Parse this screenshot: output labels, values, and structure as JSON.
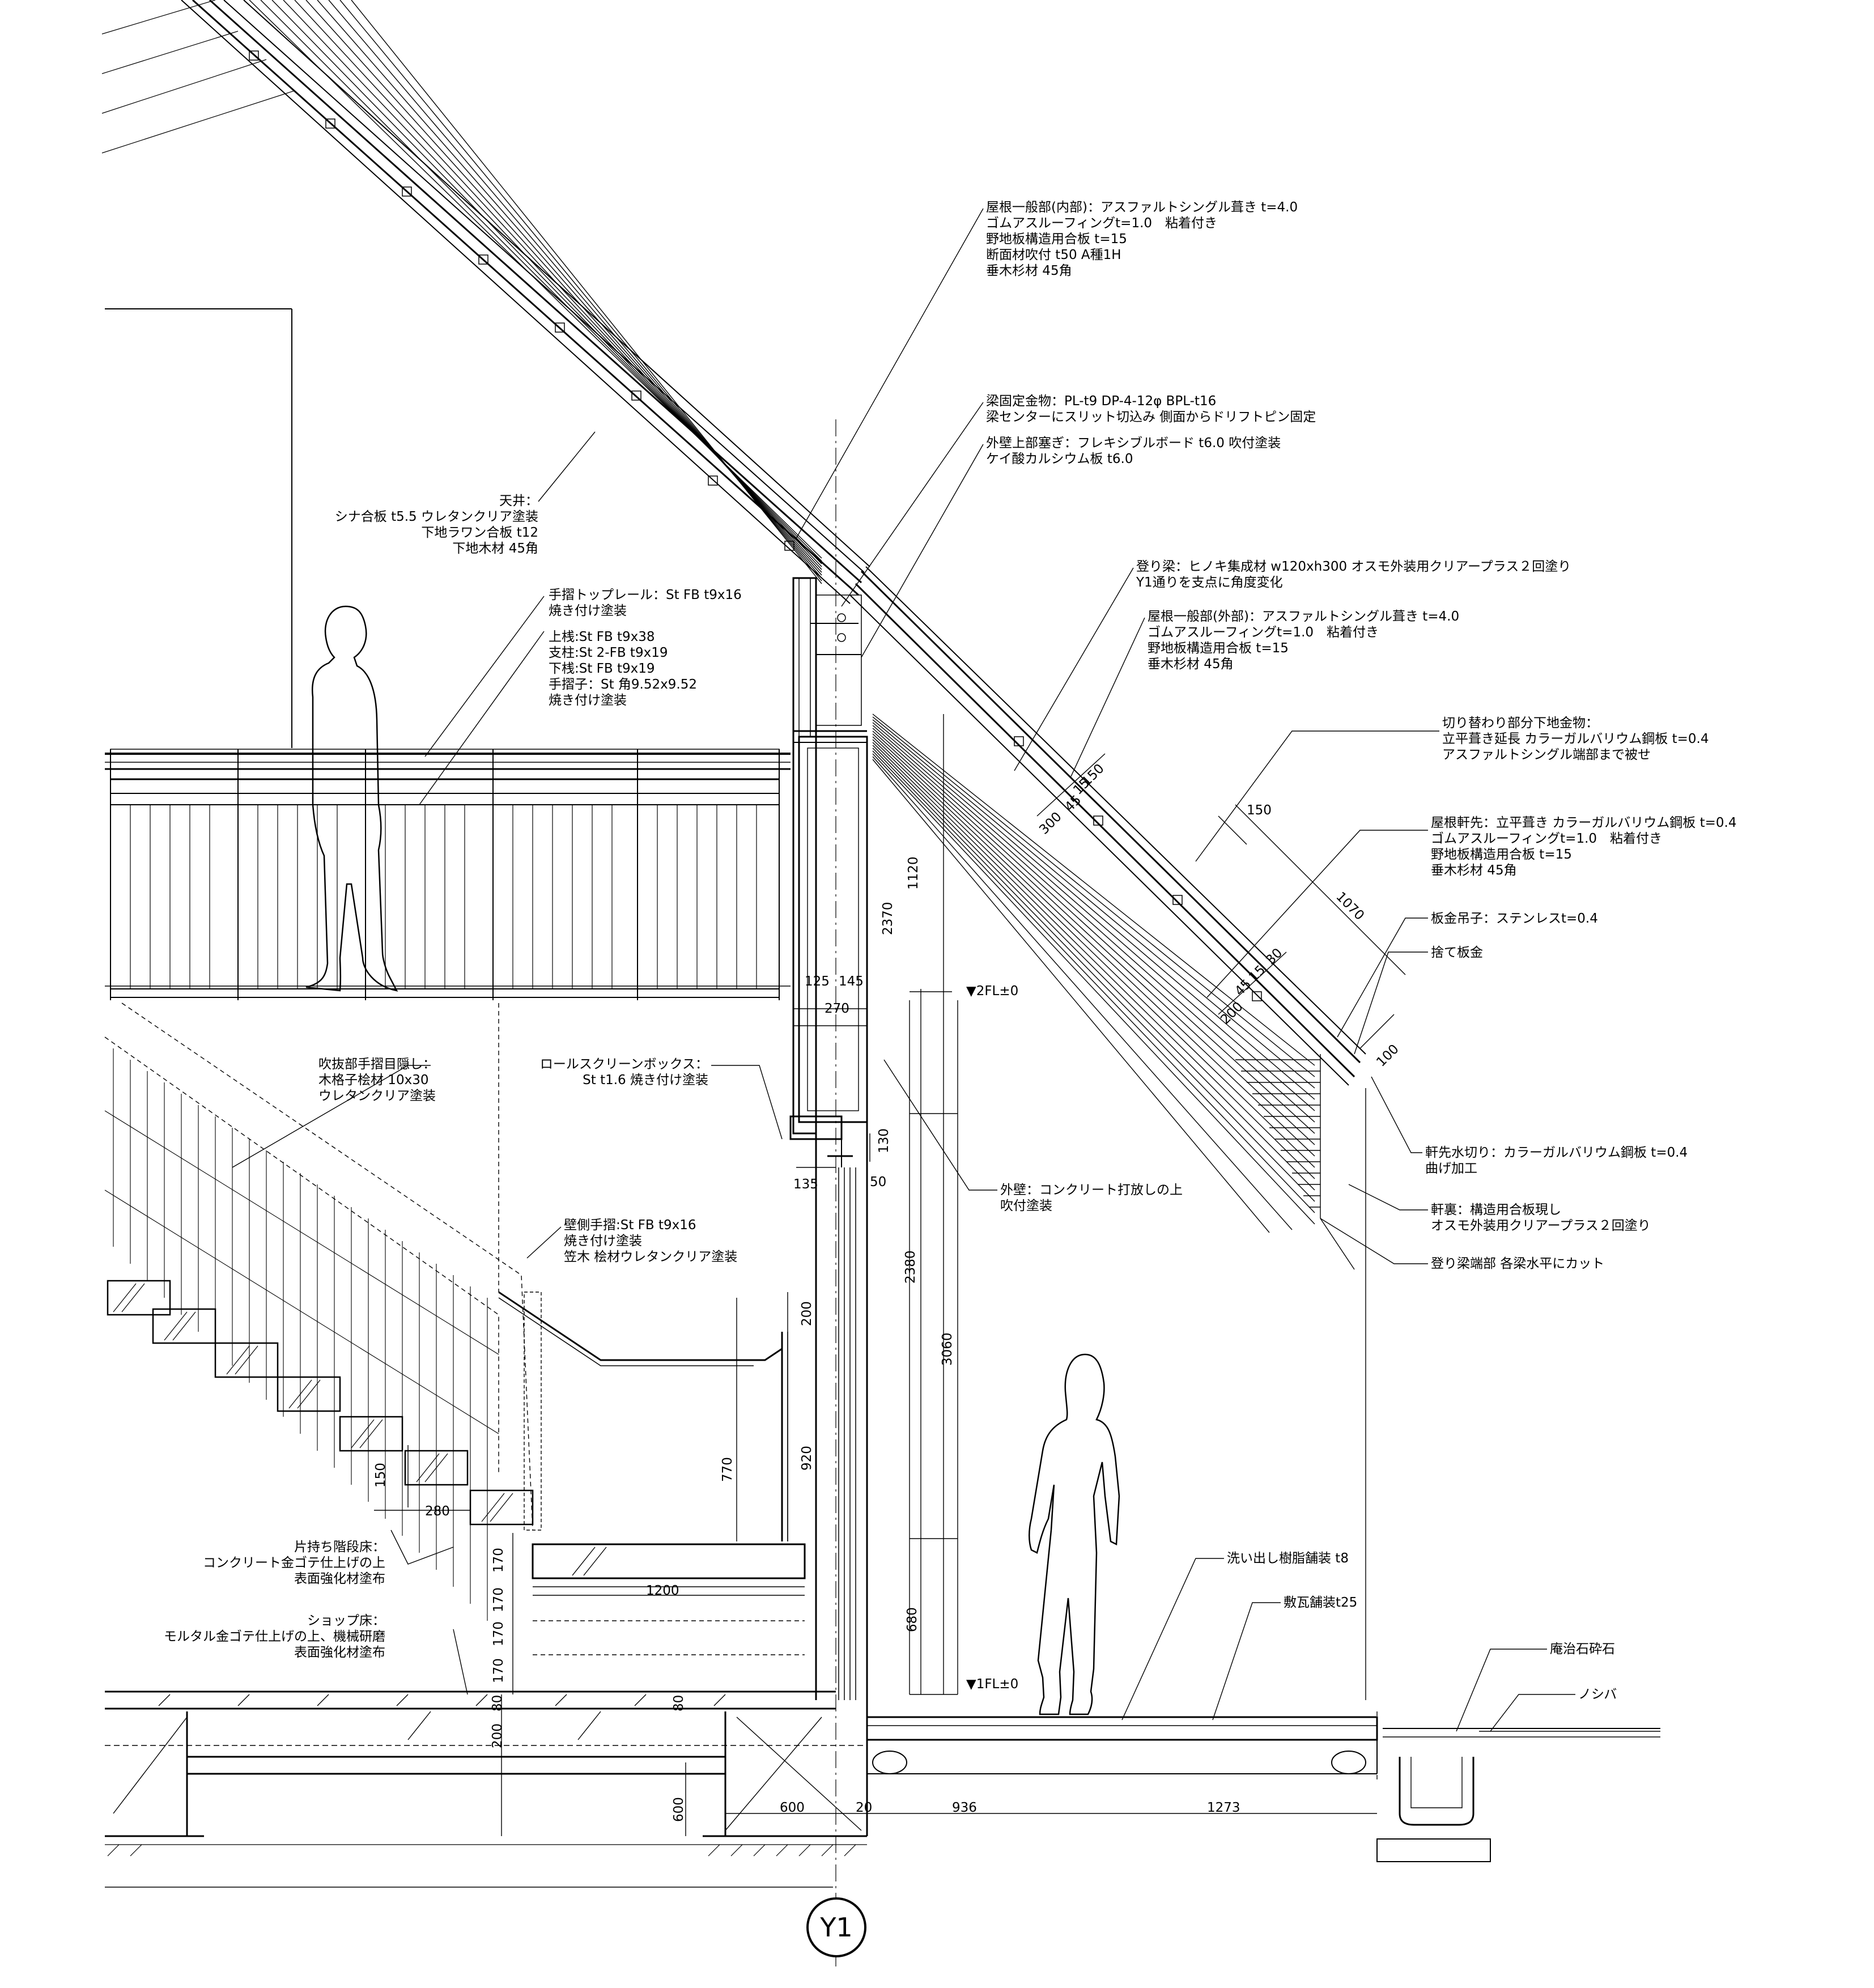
{
  "notes": {
    "roof_inner": "屋根一般部(内部)：アスファルトシングル葺き t=4.0\nゴムアスルーフィングt=1.0　粘着付き\n野地板構造用合板 t=15\n断面材吹付 t50 A種1H\n垂木杉材 45角",
    "beam_fixing": "梁固定金物：PL-t9 DP-4-12φ BPL-t16\n梁センターにスリット切込み 側面からドリフトピン固定",
    "wall_top": "外壁上部塞ぎ：フレキシブルボード t6.0 吹付塗装\nケイ酸カルシウム板 t6.0",
    "ceiling": "天井：\nシナ合板 t5.5 ウレタンクリア塗装\n下地ラワン合板 t12\n下地木材 45角",
    "rising_beam": "登り梁：ヒノキ集成材 w120xh300 オスモ外装用クリアープラス２回塗り\nY1通りを支点に角度変化",
    "handrail_top": "手摺トップレール：St FB t9x16\n焼き付け塗装",
    "roof_outer": "屋根一般部(外部)：アスファルトシングル葺き t=4.0\nゴムアスルーフィングt=1.0　粘着付き\n野地板構造用合板 t=15\n垂木杉材 45角",
    "balustrade": "上桟:St FB t9x38\n支柱:St 2-FB t9x19\n下桟:St FB t9x19\n手摺子：St 角9.52x9.52\n焼き付け塗装",
    "switch_part": "切り替わり部分下地金物：\n立平葺き延長 カラーガルバリウム鋼板 t=0.4\nアスファルトシングル端部まで被せ",
    "eaves": "屋根軒先：立平葺き カラーガルバリウム鋼板 t=0.4\nゴムアスルーフィングt=1.0　粘着付き\n野地板構造用合板 t=15\n垂木杉材 45角",
    "hanger": "板金吊子：ステンレスt=0.4",
    "sacrificial": "捨て板金",
    "void_screen": "吹抜部手摺目隠し：\n木格子桧材 10x30\nウレタンクリア塗装",
    "roll_screen": "ロールスクリーンボックス：\nSt t1.6 焼き付け塗装",
    "drip": "軒先水切り：カラーガルバリウム鋼板 t=0.4\n曲げ加工",
    "soffit": "軒裏：構造用合板現し\nオスモ外装用クリアープラス２回塗り",
    "ext_wall": "外壁：コンクリート打放しの上\n吹付塗装",
    "wall_rail": "壁側手摺:St FB t9x16\n焼き付け塗装\n笠木 桧材ウレタンクリア塗装",
    "beam_end": "登り梁端部 各梁水平にカット",
    "cantilever_stair": "片持ち階段床：\nコンクリート金ゴテ仕上げの上\n表面強化材塗布",
    "wash_paving": "洗い出し樹脂舗装 t8",
    "tile_paving": "敷瓦舗装t25",
    "aji_stone": "庵治石砕石",
    "shop_floor": "ショップ床：\nモルタル金ゴテ仕上げの上、機械研磨\n表面強化材塗布",
    "grass": "ノシバ"
  },
  "levels": {
    "fl2": "▼2FL±0",
    "fl1": "▼1FL±0"
  },
  "grid_label": "Y1",
  "dimensions": {
    "d150a": "150",
    "d45a": "45",
    "d15a": "15",
    "d300": "300",
    "d1070": "1070",
    "d150b": "150",
    "d15b": "15",
    "d30": "30",
    "d45b": "45",
    "d200a": "200",
    "d100": "100",
    "d1120": "1120",
    "d2370": "2370",
    "d125": "125",
    "d145": "145",
    "d270": "270",
    "d130": "130",
    "d135": "135",
    "d50": "50",
    "d200b": "200",
    "d2380": "2380",
    "d3060": "3060",
    "d920": "920",
    "d770": "770",
    "d150c": "150",
    "d280": "280",
    "d170a": "170",
    "d170b": "170",
    "d170c": "170",
    "d170d": "170",
    "d1200": "1200",
    "d680": "680",
    "d80a": "80",
    "d80b": "80",
    "d200c": "200",
    "d600v": "600",
    "d600h": "600",
    "d20": "20",
    "d936": "936",
    "d1273": "1273"
  }
}
